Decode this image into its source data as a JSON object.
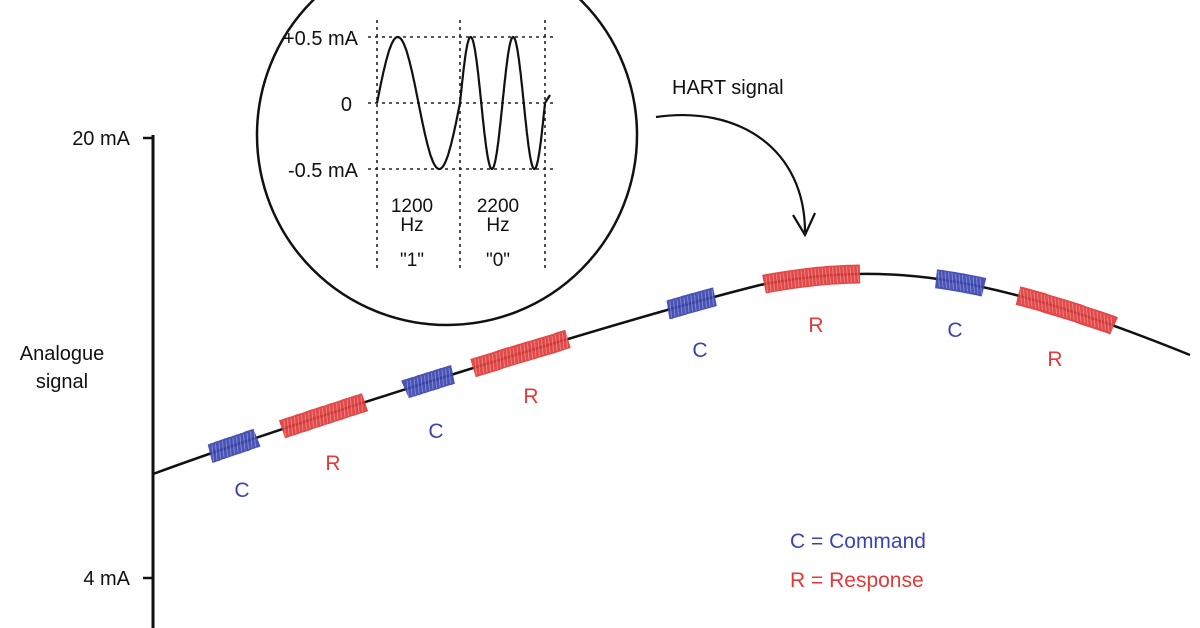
{
  "analog_axis": {
    "label_line1": "Analogue",
    "label_line2": "signal",
    "top_tick": "20 mA",
    "bottom_tick": "4 mA"
  },
  "inset": {
    "y_ticks": [
      "+0.5 mA",
      "0",
      "-0.5 mA"
    ],
    "freq_1": {
      "value": "1200",
      "unit": "Hz",
      "bit": "\"1\""
    },
    "freq_0": {
      "value": "2200",
      "unit": "Hz",
      "bit": "\"0\""
    },
    "callout": "HART signal"
  },
  "segments": [
    {
      "type": "C",
      "label": "C"
    },
    {
      "type": "R",
      "label": "R"
    },
    {
      "type": "C",
      "label": "C"
    },
    {
      "type": "R",
      "label": "R"
    },
    {
      "type": "C",
      "label": "C"
    },
    {
      "type": "R",
      "label": "R"
    },
    {
      "type": "C",
      "label": "C"
    },
    {
      "type": "R",
      "label": "R"
    }
  ],
  "legend": {
    "command": "C = Command",
    "response": "R = Response"
  },
  "colors": {
    "command": "#3a44b0",
    "response": "#e03a3a",
    "line": "#111111"
  }
}
